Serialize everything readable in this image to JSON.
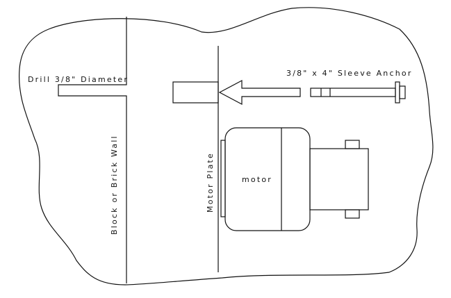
{
  "labels": {
    "drill": "Drill 3/8\" Diameter",
    "anchor": "3/8\" x 4\" Sleeve Anchor",
    "wall": "Block or Brick Wall",
    "plate": "Motor Plate",
    "motor": "motor"
  }
}
